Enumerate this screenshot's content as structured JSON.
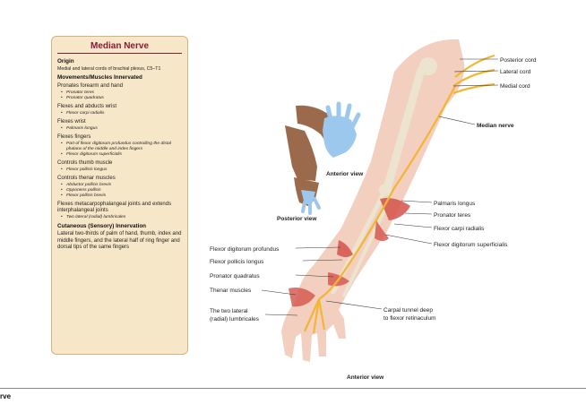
{
  "panel": {
    "title": "Median Nerve",
    "origin_head": "Origin",
    "origin_text": "Medial and lateral cords of brachial plexus, C5–T1",
    "move_head": "Movements/Muscles Innervated",
    "groups": [
      {
        "title": "Pronates forearm and hand",
        "items": [
          "Pronator teres",
          "Pronator quadratus"
        ]
      },
      {
        "title": "Flexes and abducts wrist",
        "items": [
          "Flexor carpi radialis"
        ]
      },
      {
        "title": "Flexes wrist",
        "items": [
          "Palmaris longus"
        ]
      },
      {
        "title": "Flexes fingers",
        "items": [
          "Part of flexor digitorum profundus controlling the distal phalanx of the middle and index fingers",
          "Flexor digitorum superficialis"
        ]
      },
      {
        "title": "Controls thumb muscle",
        "items": [
          "Flexor pollicis longus"
        ]
      },
      {
        "title": "Controls thenar muscles",
        "items": [
          "Abductor pollicis brevis",
          "Opponens pollicis",
          "Flexor pollicis brevis"
        ]
      },
      {
        "title": "Flexes metacarpophalangeal joints and extends interphalangeal joints",
        "items": [
          "Two lateral (radial) lumbricales"
        ]
      }
    ],
    "cut_head": "Cutaneous (Sensory) Innervation",
    "cut_text": "Lateral two-thirds of palm of hand, thumb, index and middle fingers, and the lateral half of ring finger and dorsal tips of the same fingers"
  },
  "labels": {
    "posterior_cord": "Posterior cord",
    "lateral_cord": "Lateral cord",
    "medial_cord": "Medial cord",
    "median_nerve": "Median nerve",
    "anterior_view_small": "Anterior view",
    "posterior_view": "Posterior view",
    "palmaris_longus": "Palmaris longus",
    "pronator_teres": "Pronator teres",
    "flexor_carpi_radialis": "Flexor carpi radialis",
    "flexor_dig_superficialis": "Flexor digitorum superficialis",
    "flexor_dig_profundus": "Flexor digitorum profundus",
    "flexor_pollicis_longus": "Flexor pollicis longus",
    "pronator_quadratus": "Pronator quadratus",
    "thenar_muscles": "Thenar muscles",
    "two_lateral_1": "The two lateral",
    "two_lateral_2": "(radial) lumbricales",
    "carpal_1": "Carpal tunnel deep",
    "carpal_2": "to flexor retinaculum",
    "anterior_view_main": "Anterior view"
  },
  "footer": {
    "caption_fragment": "rve"
  },
  "colors": {
    "nerve": "#f2b632",
    "muscle": "#d4524a",
    "skin": "#f3cfc0",
    "bone": "#ece4cf",
    "sensory": "#9cc8ee",
    "panel_bg": "#f7e7c9",
    "title": "#8c1839"
  }
}
